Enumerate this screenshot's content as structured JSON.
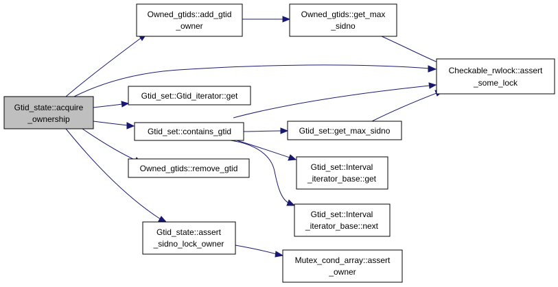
{
  "nodes": {
    "acquire_ownership": {
      "line1": "Gtid_state::acquire",
      "line2": "_ownership"
    },
    "add_gtid_owner": {
      "line1": "Owned_gtids::add_gtid",
      "line2": "_owner"
    },
    "owned_get_max_sidno": {
      "line1": "Owned_gtids::get_max",
      "line2": "_sidno"
    },
    "assert_some_lock": {
      "line1": "Checkable_rwlock::assert",
      "line2": "_some_lock"
    },
    "gtid_iterator_get": {
      "line1": "Gtid_set::Gtid_iterator::get"
    },
    "contains_gtid": {
      "line1": "Gtid_set::contains_gtid"
    },
    "set_get_max_sidno": {
      "line1": "Gtid_set::get_max_sidno"
    },
    "interval_iterator_get": {
      "line1": "Gtid_set::Interval",
      "line2": "_iterator_base::get"
    },
    "interval_iterator_next": {
      "line1": "Gtid_set::Interval",
      "line2": "_iterator_base::next"
    },
    "remove_gtid": {
      "line1": "Owned_gtids::remove_gtid"
    },
    "assert_sidno_lock_owner": {
      "line1": "Gtid_state::assert",
      "line2": "_sidno_lock_owner"
    },
    "mutex_assert_owner": {
      "line1": "Mutex_cond_array::assert",
      "line2": "_owner"
    }
  },
  "edges": [
    {
      "from": "acquire_ownership",
      "to": "add_gtid_owner"
    },
    {
      "from": "acquire_ownership",
      "to": "assert_some_lock"
    },
    {
      "from": "acquire_ownership",
      "to": "gtid_iterator_get"
    },
    {
      "from": "acquire_ownership",
      "to": "contains_gtid"
    },
    {
      "from": "acquire_ownership",
      "to": "remove_gtid"
    },
    {
      "from": "acquire_ownership",
      "to": "assert_sidno_lock_owner"
    },
    {
      "from": "add_gtid_owner",
      "to": "owned_get_max_sidno"
    },
    {
      "from": "owned_get_max_sidno",
      "to": "assert_some_lock"
    },
    {
      "from": "contains_gtid",
      "to": "assert_some_lock"
    },
    {
      "from": "contains_gtid",
      "to": "set_get_max_sidno"
    },
    {
      "from": "contains_gtid",
      "to": "interval_iterator_get"
    },
    {
      "from": "contains_gtid",
      "to": "interval_iterator_next"
    },
    {
      "from": "set_get_max_sidno",
      "to": "assert_some_lock"
    },
    {
      "from": "assert_sidno_lock_owner",
      "to": "mutex_assert_owner"
    }
  ],
  "colors": {
    "edge": "#191970",
    "root_fill": "#bfbfbf",
    "node_fill": "#ffffff",
    "border": "#000000"
  }
}
